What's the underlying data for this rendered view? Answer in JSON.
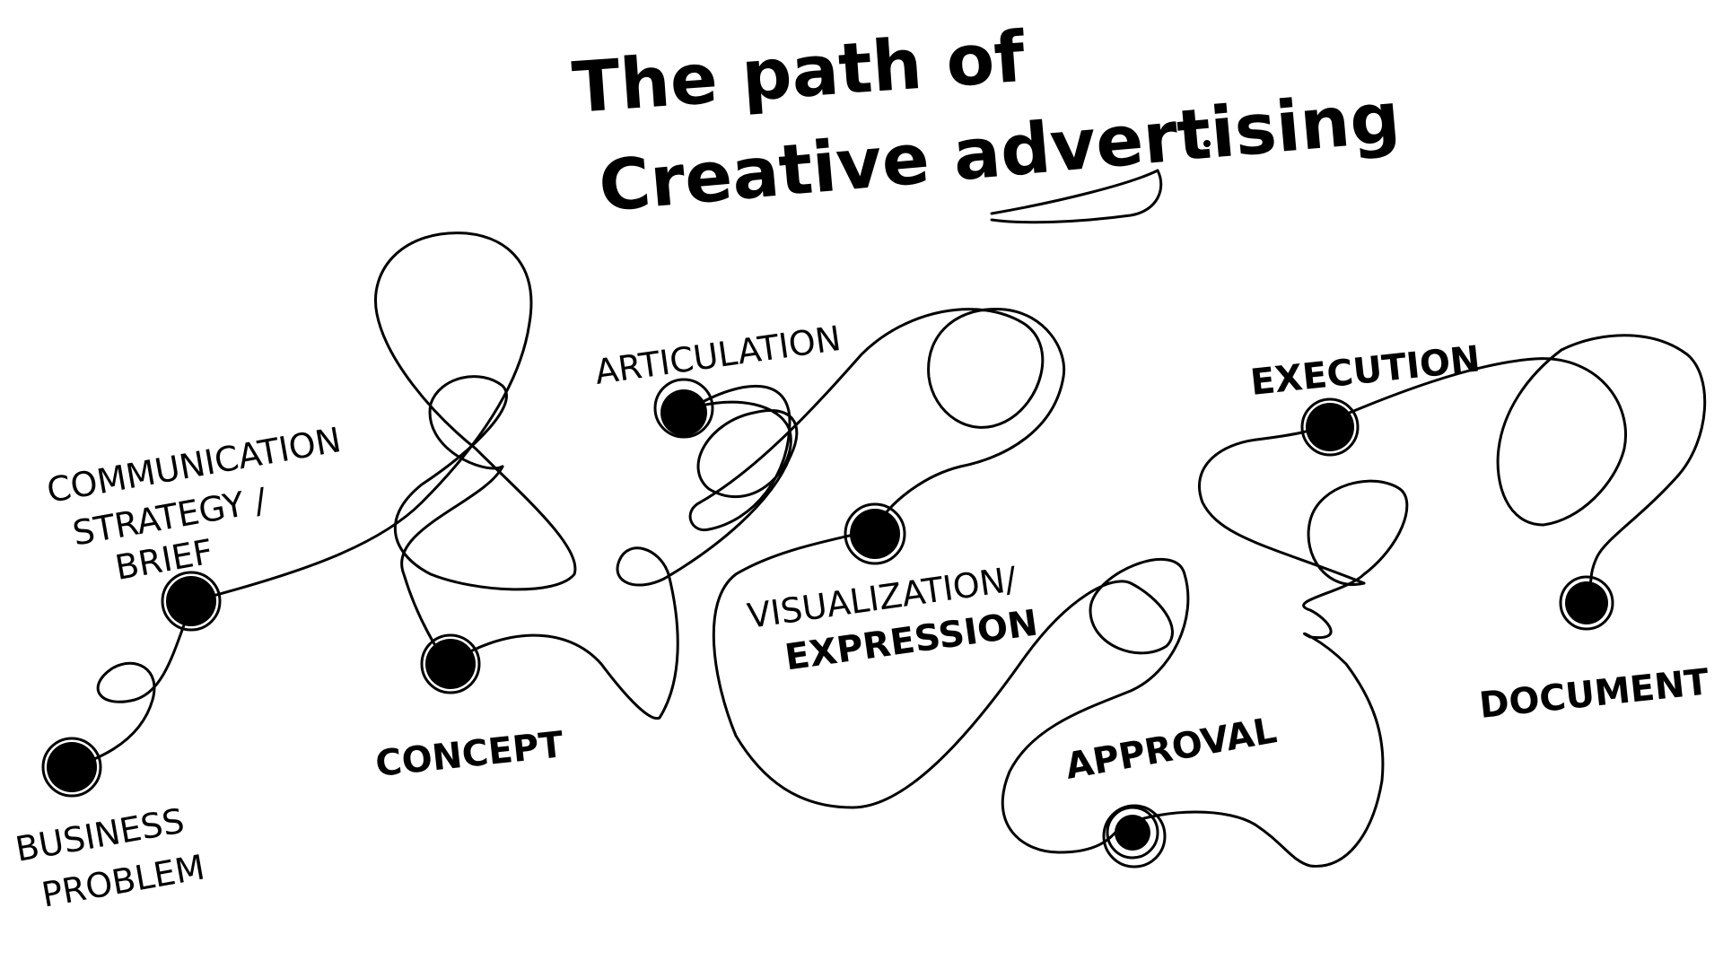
{
  "title": {
    "line1": "The path of",
    "line2": "Creative advertising"
  },
  "stages": [
    {
      "id": "business-problem",
      "lines": [
        "BUSINESS",
        "PROBLEM"
      ]
    },
    {
      "id": "communication-strategy-brief",
      "lines": [
        "COMMUNICATION",
        "STRATEGY /",
        "BRIEF"
      ]
    },
    {
      "id": "concept",
      "lines": [
        "CONCEPT"
      ]
    },
    {
      "id": "articulation",
      "lines": [
        "ARTICULATION"
      ]
    },
    {
      "id": "visualization-expression",
      "lines": [
        "VISUALIZATION/",
        "EXPRESSION"
      ]
    },
    {
      "id": "approval",
      "lines": [
        "APPROVAL"
      ]
    },
    {
      "id": "execution",
      "lines": [
        "EXECUTION"
      ]
    },
    {
      "id": "document",
      "lines": [
        "DOCUMENT"
      ]
    }
  ]
}
